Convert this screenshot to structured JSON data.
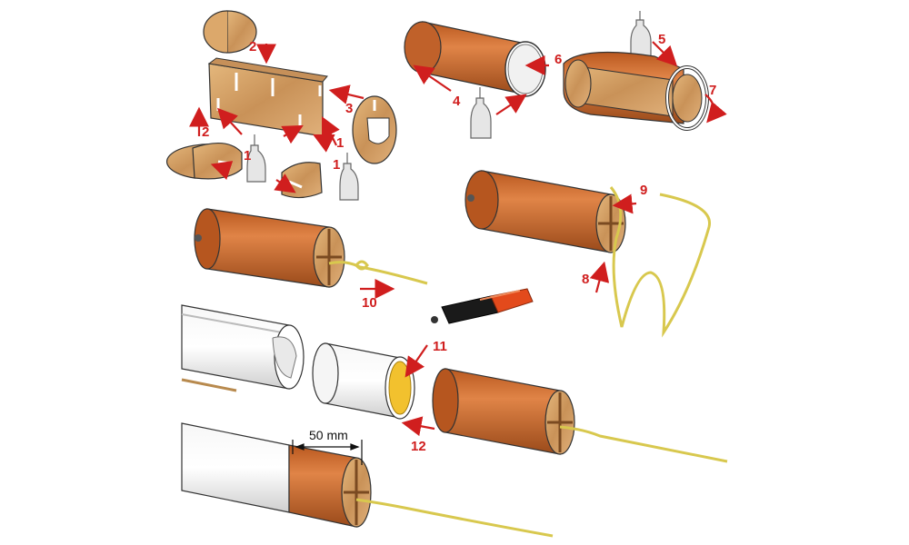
{
  "colors": {
    "step_red": "#d01e1e",
    "tube_orange": "#c8682e",
    "tube_orange_dark": "#8f4317",
    "wood": "#d8a86a",
    "wood_dark": "#a7743d",
    "cord_yellow": "#d8c84e",
    "tube_white": "#ececec",
    "outline": "#333333"
  },
  "steps": [
    "1",
    "1",
    "1",
    "2",
    "2",
    "3",
    "4",
    "5",
    "6",
    "7",
    "8",
    "9",
    "10",
    "11",
    "12"
  ],
  "dimension": {
    "label": "50 mm"
  }
}
